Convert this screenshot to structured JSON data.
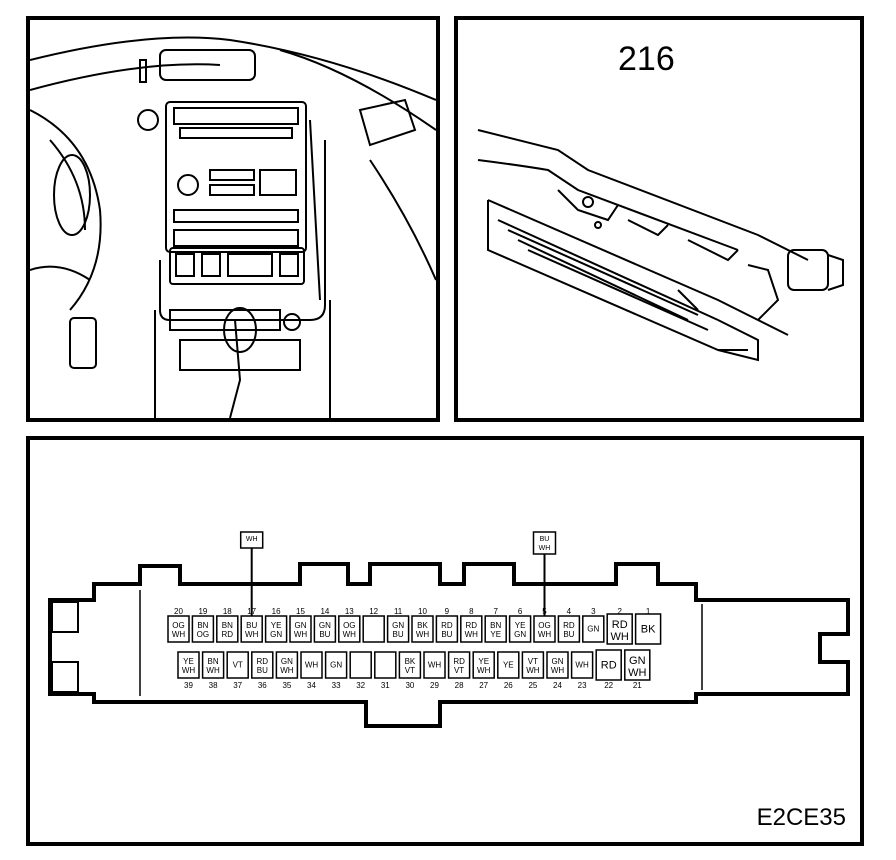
{
  "figure_number": "216",
  "reference_code": "E2CE35",
  "wire_flags": [
    {
      "pin": "17",
      "lines": [
        "WH"
      ]
    },
    {
      "pin": "5",
      "lines": [
        "BU",
        "WH"
      ]
    }
  ],
  "pins_top": [
    {
      "num": "20",
      "c": [
        "OG",
        "WH"
      ]
    },
    {
      "num": "19",
      "c": [
        "BN",
        "OG"
      ]
    },
    {
      "num": "18",
      "c": [
        "BN",
        "RD"
      ]
    },
    {
      "num": "17",
      "c": [
        "BU",
        "WH"
      ]
    },
    {
      "num": "16",
      "c": [
        "YE",
        "GN"
      ]
    },
    {
      "num": "15",
      "c": [
        "GN",
        "WH"
      ]
    },
    {
      "num": "14",
      "c": [
        "GN",
        "BU"
      ]
    },
    {
      "num": "13",
      "c": [
        "OG",
        "WH"
      ]
    },
    {
      "num": "12",
      "c": []
    },
    {
      "num": "11",
      "c": [
        "GN",
        "BU"
      ]
    },
    {
      "num": "10",
      "c": [
        "BK",
        "WH"
      ]
    },
    {
      "num": "9",
      "c": [
        "RD",
        "BU"
      ]
    },
    {
      "num": "8",
      "c": [
        "RD",
        "WH"
      ]
    },
    {
      "num": "7",
      "c": [
        "BN",
        "YE"
      ]
    },
    {
      "num": "6",
      "c": [
        "YE",
        "GN"
      ]
    },
    {
      "num": "5",
      "c": [
        "OG",
        "WH"
      ]
    },
    {
      "num": "4",
      "c": [
        "RD",
        "BU"
      ]
    },
    {
      "num": "3",
      "c": [
        "GN"
      ]
    },
    {
      "num": "2",
      "c": [
        "RD",
        "WH"
      ]
    },
    {
      "num": "1",
      "c": [
        "BK"
      ]
    }
  ],
  "pins_bottom": [
    {
      "num": "39",
      "c": [
        "YE",
        "WH"
      ]
    },
    {
      "num": "38",
      "c": [
        "BN",
        "WH"
      ]
    },
    {
      "num": "37",
      "c": [
        "VT"
      ]
    },
    {
      "num": "36",
      "c": [
        "RD",
        "BU"
      ]
    },
    {
      "num": "35",
      "c": [
        "GN",
        "WH"
      ]
    },
    {
      "num": "34",
      "c": [
        "WH"
      ]
    },
    {
      "num": "33",
      "c": [
        "GN"
      ]
    },
    {
      "num": "32",
      "c": []
    },
    {
      "num": "31",
      "c": []
    },
    {
      "num": "30",
      "c": [
        "BK",
        "VT"
      ]
    },
    {
      "num": "29",
      "c": [
        "WH"
      ]
    },
    {
      "num": "28",
      "c": [
        "RD",
        "VT"
      ]
    },
    {
      "num": "27",
      "c": [
        "YE",
        "WH"
      ]
    },
    {
      "num": "26",
      "c": [
        "YE"
      ]
    },
    {
      "num": "25",
      "c": [
        "VT",
        "WH"
      ]
    },
    {
      "num": "24",
      "c": [
        "GN",
        "WH"
      ]
    },
    {
      "num": "23",
      "c": [
        "WH"
      ]
    },
    {
      "num": "22",
      "c": [
        "RD"
      ]
    },
    {
      "num": "21",
      "c": [
        "GN",
        "WH"
      ]
    }
  ]
}
